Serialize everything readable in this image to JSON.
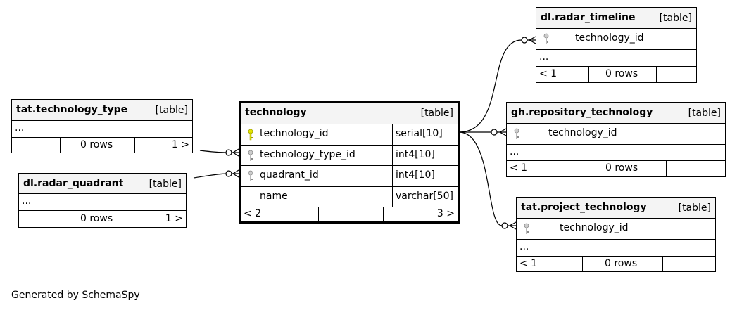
{
  "footer": "Generated by SchemaSpy",
  "colors": {
    "primary_key": "#e6e600",
    "foreign_key": "#aaaaaa",
    "header_bg": "#f4f4f4"
  },
  "technology": {
    "name": "technology",
    "kind": "[table]",
    "columns": [
      {
        "name": "technology_id",
        "type": "serial[10]"
      },
      {
        "name": "technology_type_id",
        "type": "int4[10]"
      },
      {
        "name": "quadrant_id",
        "type": "int4[10]"
      },
      {
        "name": "name",
        "type": "varchar[50]"
      }
    ],
    "parents": "< 2",
    "children": "3 >"
  },
  "technology_type": {
    "name": "tat.technology_type",
    "kind": "[table]",
    "ellipsis": "...",
    "rows": "0 rows",
    "children": "1 >"
  },
  "radar_quadrant": {
    "name": "dl.radar_quadrant",
    "kind": "[table]",
    "ellipsis": "...",
    "rows": "0 rows",
    "children": "1 >"
  },
  "radar_timeline": {
    "name": "dl.radar_timeline",
    "kind": "[table]",
    "column": "technology_id",
    "ellipsis": "...",
    "parents": "< 1",
    "rows": "0 rows"
  },
  "repository_technology": {
    "name": "gh.repository_technology",
    "kind": "[table]",
    "column": "technology_id",
    "ellipsis": "...",
    "parents": "< 1",
    "rows": "0 rows"
  },
  "project_technology": {
    "name": "tat.project_technology",
    "kind": "[table]",
    "column": "technology_id",
    "ellipsis": "...",
    "parents": "< 1",
    "rows": "0 rows"
  }
}
